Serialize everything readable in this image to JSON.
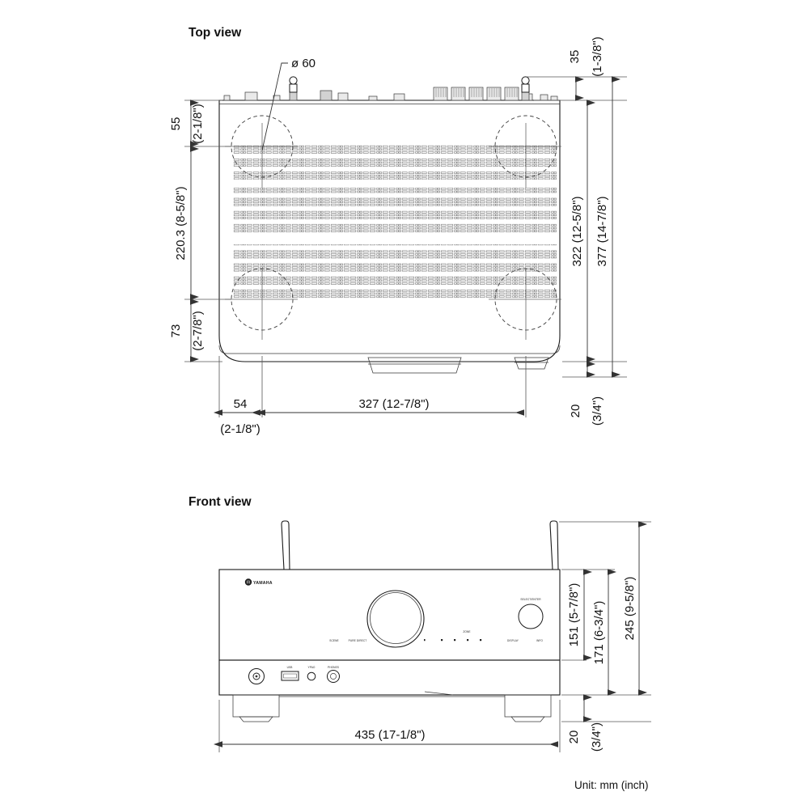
{
  "document": {
    "unit_note": "Unit: mm (inch)"
  },
  "views": [
    {
      "id": "top",
      "heading": "Top view",
      "callouts": [
        {
          "name": "diameter-60",
          "text": "ø 60"
        }
      ],
      "dimensions": {
        "left": [
          {
            "name": "dim-55",
            "value": "55",
            "inch": "(2-1/8\")"
          },
          {
            "name": "dim-220-3",
            "value": "220.3 (8-5/8\")",
            "inch": ""
          },
          {
            "name": "dim-73",
            "value": "73",
            "inch": "(2-7/8\")"
          }
        ],
        "right": [
          {
            "name": "dim-35",
            "value": "35",
            "inch": "(1-3/8\")"
          },
          {
            "name": "dim-322",
            "value": "322 (12-5/8\")",
            "inch": ""
          },
          {
            "name": "dim-377",
            "value": "377 (14-7/8\")",
            "inch": ""
          },
          {
            "name": "dim-20-top",
            "value": "20",
            "inch": "(3/4\")"
          }
        ],
        "bottom": [
          {
            "name": "dim-54",
            "value": "54",
            "inch": "(2-1/8\")"
          },
          {
            "name": "dim-327",
            "value": "327 (12-7/8\")",
            "inch": ""
          }
        ]
      }
    },
    {
      "id": "front",
      "heading": "Front view",
      "brand": "YAMAHA",
      "panel_labels": {
        "knob_right": "SELECT/ENTER",
        "row_left": [
          "SCENE",
          "PURE DIRECT"
        ],
        "row_center": [
          "ZONE"
        ],
        "row_right": [
          "DISPLAY",
          "INFO"
        ],
        "jacks": [
          "USB",
          "YPAO",
          "PHONES"
        ]
      },
      "dimensions": {
        "right": [
          {
            "name": "dim-151",
            "value": "151 (5-7/8\")",
            "inch": ""
          },
          {
            "name": "dim-171",
            "value": "171 (6-3/4\")",
            "inch": ""
          },
          {
            "name": "dim-245",
            "value": "245 (9-5/8\")",
            "inch": ""
          },
          {
            "name": "dim-20-front",
            "value": "20",
            "inch": "(3/4\")"
          }
        ],
        "bottom": [
          {
            "name": "dim-435",
            "value": "435 (17-1/8\")",
            "inch": ""
          }
        ]
      }
    }
  ]
}
